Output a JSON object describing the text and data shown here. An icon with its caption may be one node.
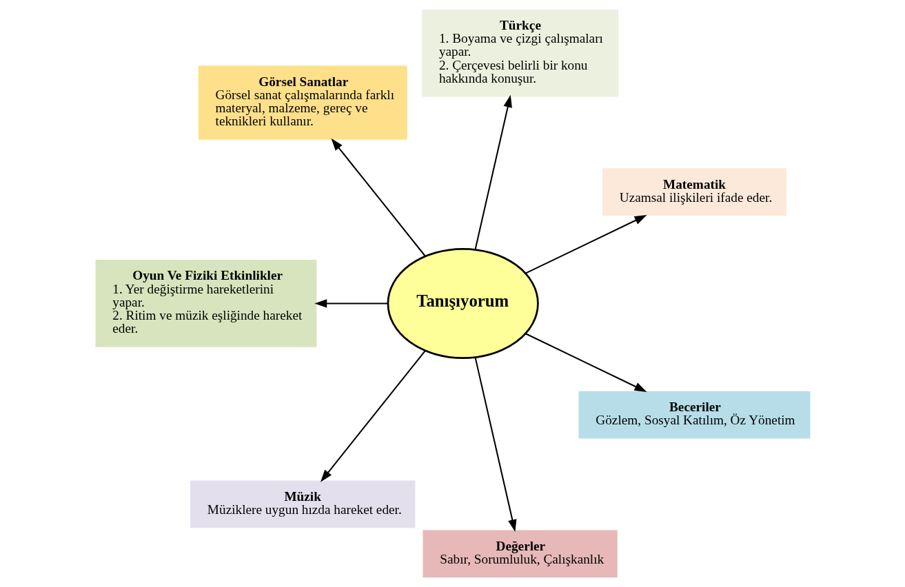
{
  "diagram": {
    "nodes": [
      {
        "text": [
          "Matematik",
          "Uzamsal ilişkileri ifade eder."
        ]
      },
      {
        "text": [
          "Türkçe",
          "1. Boyama ve çizgi çalışmaları yapar.",
          "2. Çerçevesi belirli bir konu hakkında konuşur."
        ]
      },
      {
        "text": [
          "Görsel Sanatlar",
          "Görsel sanat çalışmalarında farklı materyal, malzeme, gereç ve teknikleri kullanır."
        ]
      },
      {
        "text": [
          "Oyun Ve Fiziki Etkinlikler",
          "1. Yer değiştirme hareketlerini yapar.",
          "2. Ritim ve müzik eşliğinde hareket eder."
        ]
      },
      {
        "text": [
          "Tanışıyorum"
        ]
      },
      {
        "text": [
          "Müzik",
          "Müziklere uygun hızda hareket eder."
        ]
      },
      {
        "text": [
          "Değerler",
          "Sabır, Sorumluluk, Çalışkanlık"
        ]
      },
      {
        "text": [
          "Beceriler",
          "Gözlem, Sosyal Katılım, Öz Yönetim"
        ]
      }
    ],
    "edges": [
      {
        "from": 4,
        "to": 0,
        "arrow": "to"
      },
      {
        "from": 4,
        "to": 1,
        "arrow": "to"
      },
      {
        "from": 4,
        "to": 2,
        "arrow": "to"
      },
      {
        "from": 4,
        "to": 5,
        "arrow": "to"
      },
      {
        "from": 4,
        "to": 7,
        "arrow": "to"
      },
      {
        "from": 4,
        "to": 6,
        "arrow": "to"
      },
      {
        "from": 4,
        "to": 3,
        "arrow": "to"
      }
    ]
  }
}
